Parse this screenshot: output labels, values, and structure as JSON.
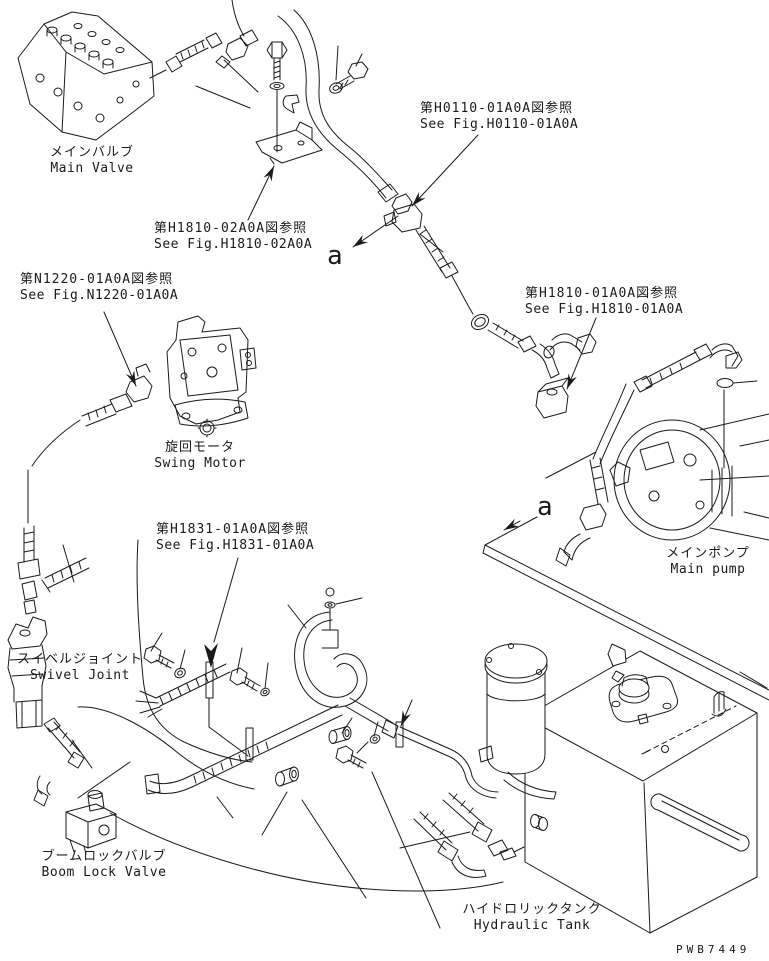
{
  "diagram_type": "hydraulic piping parts diagram",
  "part_code": "PWB7449",
  "section_marks": {
    "a1": "a",
    "a2": "a"
  },
  "components": {
    "main_valve": {
      "jp": "メインバルブ",
      "en": "Main Valve"
    },
    "swing_motor": {
      "jp": "旋回モータ",
      "en": "Swing Motor"
    },
    "swivel_joint": {
      "jp": "スイベルジョイント",
      "en": "Swivel Joint"
    },
    "boom_lock_valve": {
      "jp": "ブームロックバルブ",
      "en": "Boom Lock Valve"
    },
    "main_pump": {
      "jp": "メインポンプ",
      "en": "Main pump"
    },
    "hydraulic_tank": {
      "jp": "ハイドロリックタンク",
      "en": "Hydraulic Tank"
    }
  },
  "figure_refs": {
    "h0110": {
      "jp": "第H0110-01A0A図参照",
      "en": "See Fig.H0110-01A0A"
    },
    "h1810_02": {
      "jp": "第H1810-02A0A図参照",
      "en": "See Fig.H1810-02A0A"
    },
    "n1220": {
      "jp": "第N1220-01A0A図参照",
      "en": "See Fig.N1220-01A0A"
    },
    "h1810_01": {
      "jp": "第H1810-01A0A図参照",
      "en": "See Fig.H1810-01A0A"
    },
    "h1831": {
      "jp": "第H1831-01A0A図参照",
      "en": "See Fig.H1831-01A0A"
    }
  },
  "colors": {
    "line": "#1a1a1a",
    "background": "#ffffff"
  }
}
